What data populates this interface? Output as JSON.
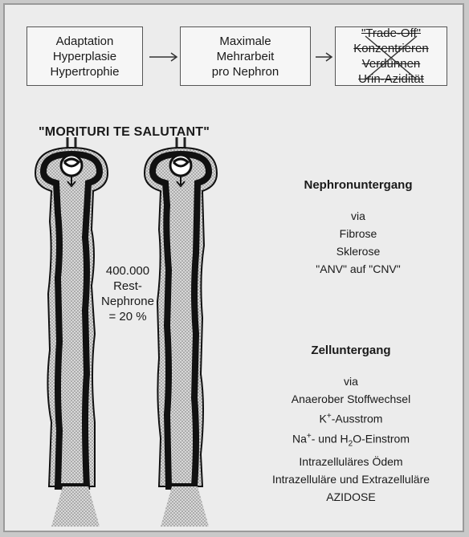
{
  "flow_boxes": [
    {
      "lines": [
        "Adaptation",
        "Hyperplasie",
        "Hypertrophie"
      ]
    },
    {
      "lines": [
        "Maximale",
        "Mehrarbeit",
        "pro Nephron"
      ]
    },
    {
      "lines": [
        "\"Trade-Off\"",
        "Konzentrieren",
        "Verdünnen",
        "Urin-Azidität"
      ]
    }
  ],
  "motto": "\"MORITURI TE SALUTANT\"",
  "rest_label": [
    "400.000",
    "Rest-",
    "Nephrone",
    "= 20 %"
  ],
  "nephron_loss": {
    "title": "Nephronuntergang",
    "via": "via",
    "items": [
      "Fibrose",
      "Sklerose",
      "\"ANV\" auf \"CNV\""
    ]
  },
  "cell_death": {
    "title": "Zelluntergang",
    "via": "via",
    "line1": "Anaerober Stoffwechsel",
    "line2_pre": "K",
    "line2_sup": "+",
    "line2_post": "-Ausstrom",
    "line3_a": "Na",
    "line3_sup": "+",
    "line3_b": "- und H",
    "line3_sub": "2",
    "line3_c": "O-Einstrom",
    "line4": "Intrazelluläres Ödem",
    "line5": "Intrazelluläre und Extrazelluläre",
    "line6": "AZIDOSE"
  }
}
